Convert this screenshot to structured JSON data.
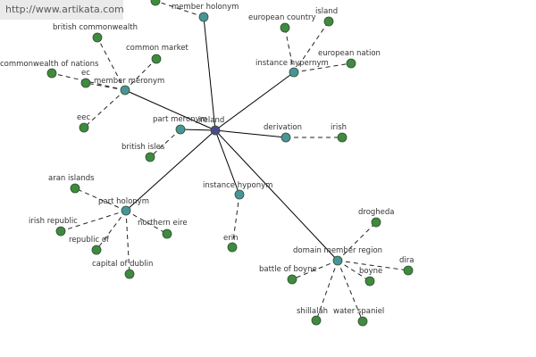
{
  "watermark": "http://www.artikata.com",
  "colors": {
    "center_node": "#4b4a8c",
    "relation_node": "#4a9499",
    "leaf_node": "#3f8a3f",
    "node_stroke": "#2f4f2f",
    "solid_edge": "#000000",
    "dashed_edge": "#222222"
  },
  "center": {
    "id": "ireland",
    "label": "ireland"
  },
  "relations": [
    {
      "id": "member-holonym",
      "label": "member holonym",
      "leaves": [
        {
          "id": "top-hidden",
          "label": ""
        }
      ]
    },
    {
      "id": "instance-hypernym",
      "label": "instance hypernym",
      "leaves": [
        {
          "id": "european-country",
          "label": "european country"
        },
        {
          "id": "island",
          "label": "island"
        },
        {
          "id": "european-nation",
          "label": "european nation"
        }
      ]
    },
    {
      "id": "member-meronym",
      "label": "member meronym",
      "leaves": [
        {
          "id": "british-commonwealth",
          "label": "british commonwealth"
        },
        {
          "id": "common-market",
          "label": "common market"
        },
        {
          "id": "commonwealth-of-nations",
          "label": "commonwealth of nations"
        },
        {
          "id": "ec",
          "label": "ec"
        },
        {
          "id": "eec",
          "label": "eec"
        }
      ]
    },
    {
      "id": "part-meronym",
      "label": "part meronym",
      "leaves": [
        {
          "id": "british-isles",
          "label": "british isles"
        }
      ]
    },
    {
      "id": "derivation",
      "label": "derivation",
      "leaves": [
        {
          "id": "irish",
          "label": "irish"
        }
      ]
    },
    {
      "id": "instance-hyponym",
      "label": "instance hyponym",
      "leaves": [
        {
          "id": "erin",
          "label": "erin"
        }
      ]
    },
    {
      "id": "part-holonym",
      "label": "part holonym",
      "leaves": [
        {
          "id": "aran-islands",
          "label": "aran islands"
        },
        {
          "id": "irish-republic",
          "label": "irish republic"
        },
        {
          "id": "republic-of",
          "label": "republic of"
        },
        {
          "id": "capital-of-dublin",
          "label": "capital of dublin"
        },
        {
          "id": "northern-eire",
          "label": "northern eire"
        }
      ]
    },
    {
      "id": "domain-member-region",
      "label": "domain member region",
      "leaves": [
        {
          "id": "drogheda",
          "label": "drogheda"
        },
        {
          "id": "dira",
          "label": "dira"
        },
        {
          "id": "battle-of-boyne",
          "label": "battle of boyne"
        },
        {
          "id": "boyne",
          "label": "boyne"
        },
        {
          "id": "shillalah",
          "label": "shillalah"
        },
        {
          "id": "water-spaniel",
          "label": "water spaniel"
        }
      ]
    }
  ]
}
